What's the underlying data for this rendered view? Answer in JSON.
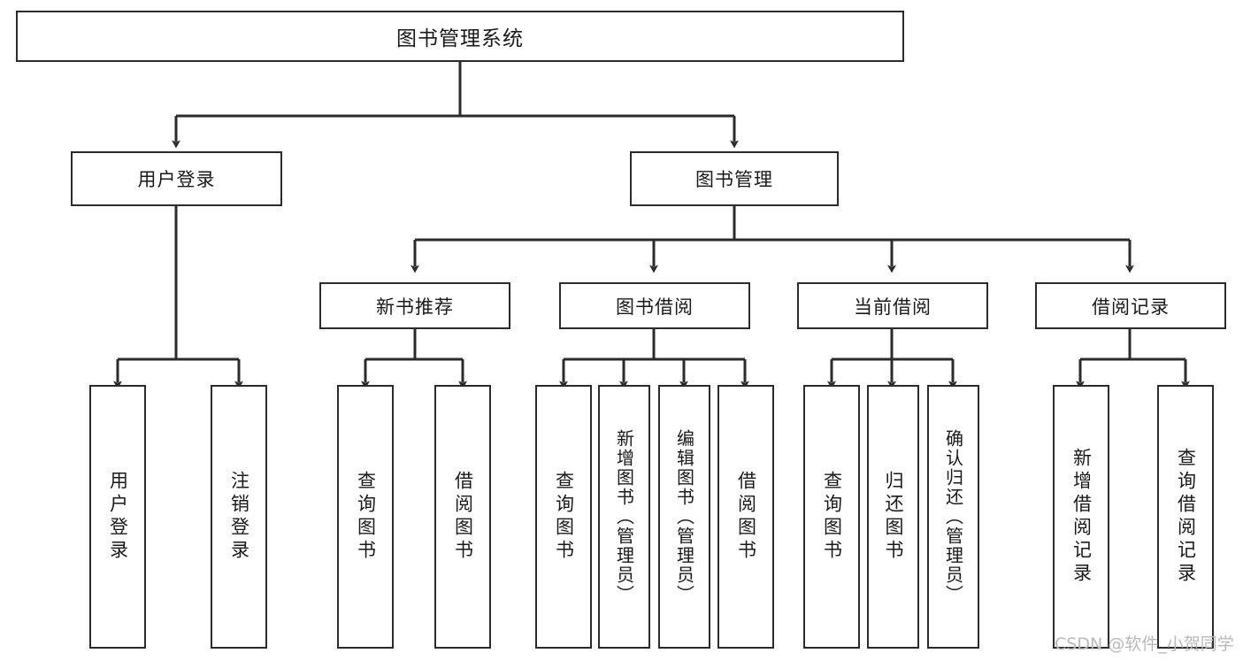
{
  "diagram": {
    "title": "图书管理系统",
    "watermark": "CSDN @软件_小贺同学",
    "line_color": "#2b2b2b",
    "background": "#ffffff",
    "root": {
      "label": "图书管理系统"
    },
    "branches": [
      {
        "label": "用户登录"
      },
      {
        "label": "图书管理"
      },
      {
        "label": "新书推荐"
      },
      {
        "label": "图书借阅"
      },
      {
        "label": "当前借阅"
      },
      {
        "label": "借阅记录"
      }
    ],
    "leaves": [
      {
        "label": "用户登录"
      },
      {
        "label": "注销登录"
      },
      {
        "label": "查询图书"
      },
      {
        "label": "借阅图书"
      },
      {
        "label": "查询图书"
      },
      {
        "label": "新增图书（管理员）"
      },
      {
        "label": "编辑图书（管理员）"
      },
      {
        "label": "借阅图书"
      },
      {
        "label": "查询图书"
      },
      {
        "label": "归还图书"
      },
      {
        "label": "确认归还（管理员）"
      },
      {
        "label": "新增借阅记录"
      },
      {
        "label": "查询借阅记录"
      }
    ]
  }
}
